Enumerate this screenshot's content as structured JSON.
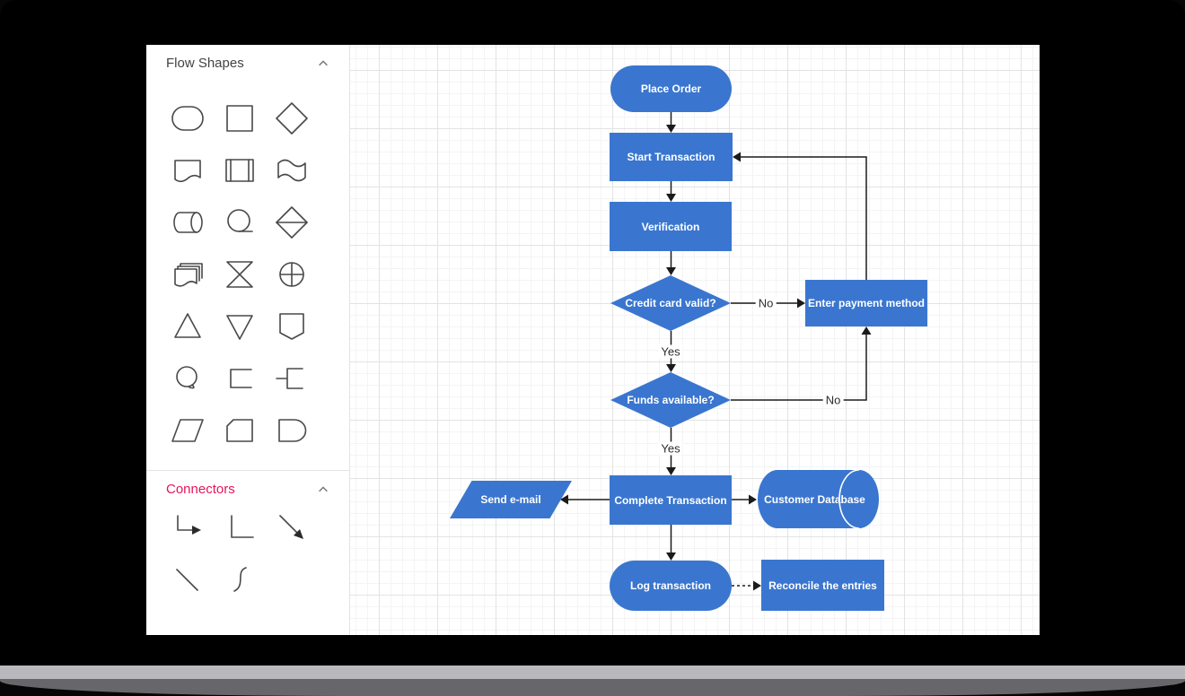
{
  "frame": {
    "type": "laptop-mockup"
  },
  "palette": {
    "flow_shapes": {
      "title": "Flow Shapes",
      "shapes": [
        "terminator",
        "process",
        "decision",
        "document",
        "predefined-process",
        "paper-tape",
        "direct-data",
        "sequential-data",
        "sort",
        "multi-document",
        "collate",
        "or-junction",
        "extract",
        "merge",
        "off-page-reference",
        "loop-annotation",
        "bracket-annotation",
        "annotation-2",
        "data-parallelogram",
        "card",
        "delay"
      ]
    },
    "connectors": {
      "title": "Connectors",
      "items": [
        "orthogonal-arrow",
        "orthogonal-plain",
        "straight-arrow",
        "straight-plain",
        "bezier-curve"
      ]
    }
  },
  "flowchart": {
    "nodes": [
      {
        "id": "place-order",
        "type": "terminator",
        "label": "Place Order"
      },
      {
        "id": "start-transaction",
        "type": "process",
        "label": "Start Transaction"
      },
      {
        "id": "verification",
        "type": "process",
        "label": "Verification"
      },
      {
        "id": "credit-card-valid",
        "type": "decision",
        "label": "Credit card valid?"
      },
      {
        "id": "enter-payment-method",
        "type": "process",
        "label": "Enter payment method"
      },
      {
        "id": "funds-available",
        "type": "decision",
        "label": "Funds available?"
      },
      {
        "id": "send-email",
        "type": "data",
        "label": "Send e-mail"
      },
      {
        "id": "complete-transaction",
        "type": "process",
        "label": "Complete Transaction"
      },
      {
        "id": "customer-database",
        "type": "direct-data",
        "label": "Customer Database"
      },
      {
        "id": "log-transaction",
        "type": "terminator",
        "label": "Log transaction"
      },
      {
        "id": "reconcile-entries",
        "type": "process",
        "label": "Reconcile the entries"
      }
    ],
    "edge_labels": {
      "credit_no": "No",
      "credit_yes": "Yes",
      "funds_no": "No",
      "funds_yes": "Yes"
    }
  },
  "colors": {
    "node_fill": "#3a76cf",
    "node_text": "#ffffff",
    "connector": "#1b1b1b",
    "accent_pink": "#e3165b",
    "header_text": "#424242",
    "grid_major": "#e3e3e3",
    "grid_minor": "#f4f4f4",
    "bezel": "#000000",
    "base_light": "#b9b9bd",
    "base_dark": "#67676b"
  }
}
